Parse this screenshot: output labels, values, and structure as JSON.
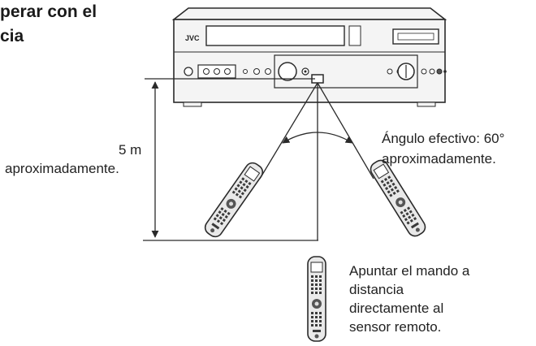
{
  "heading": {
    "line1": "perar con el",
    "line2": "cia"
  },
  "device": {
    "brand": "JVC"
  },
  "distance": {
    "value": "5 m",
    "qualifier": "aproximadamente."
  },
  "angle": {
    "label": "Ángulo efectivo: 60°",
    "qualifier": "aproximadamente."
  },
  "instruction": {
    "line1": "Apuntar el mando a",
    "line2": "distancia",
    "line3": "directamente al",
    "line4": "sensor remoto."
  },
  "colors": {
    "line": "#2a2a2a",
    "device_fill": "#f4f4f4",
    "remote_fill": "#e9e9e9"
  }
}
